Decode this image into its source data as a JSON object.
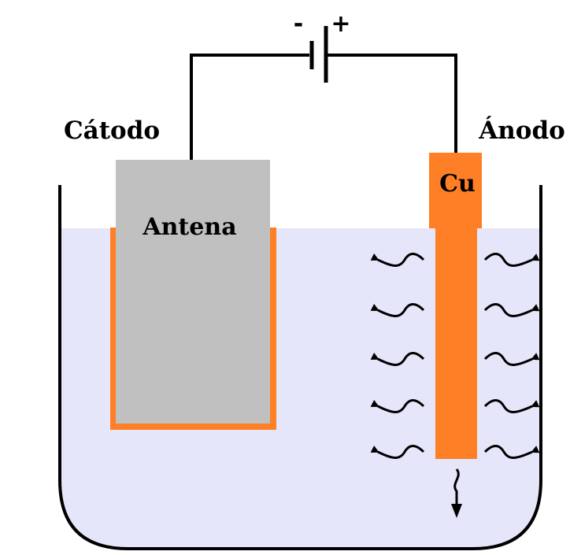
{
  "labels": {
    "cathode": "Cátodo",
    "anode": "Ánodo",
    "antenna": "Antena",
    "copper": "Cu",
    "minus": "-",
    "plus": "+"
  },
  "icons": {
    "battery": "battery-icon",
    "ion_arrows": "wavy-arrow-icon"
  },
  "colors": {
    "electrolyte": "#e6e6fa",
    "copper": "#ff7f27",
    "antenna": "#c0c0c0",
    "wire": "#000000",
    "container": "#000000"
  }
}
